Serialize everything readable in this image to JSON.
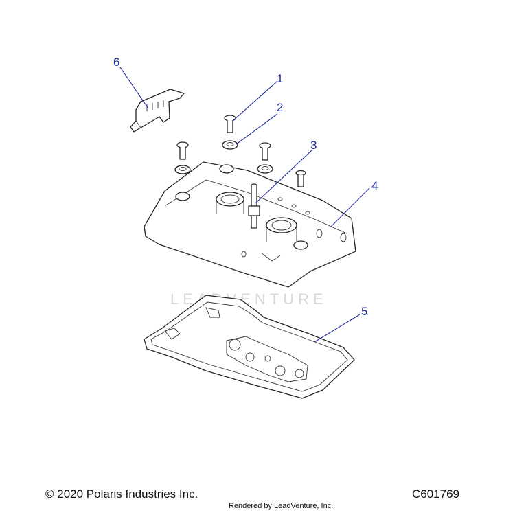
{
  "callouts": [
    {
      "number": "1",
      "part": "bolt"
    },
    {
      "number": "2",
      "part": "washer"
    },
    {
      "number": "3",
      "part": "stud"
    },
    {
      "number": "4",
      "part": "valve-cover"
    },
    {
      "number": "5",
      "part": "gasket"
    },
    {
      "number": "6",
      "part": "bracket"
    }
  ],
  "watermark": "LEADVENTURE",
  "footer": {
    "copyright": "© 2020 Polaris Industries Inc.",
    "rendered_by": "Rendered by LeadVenture, Inc.",
    "diagram_code": "C601769"
  },
  "colors": {
    "callout": "#1f2b9c",
    "outline": "#222222",
    "watermark": "#d8d8d8"
  }
}
